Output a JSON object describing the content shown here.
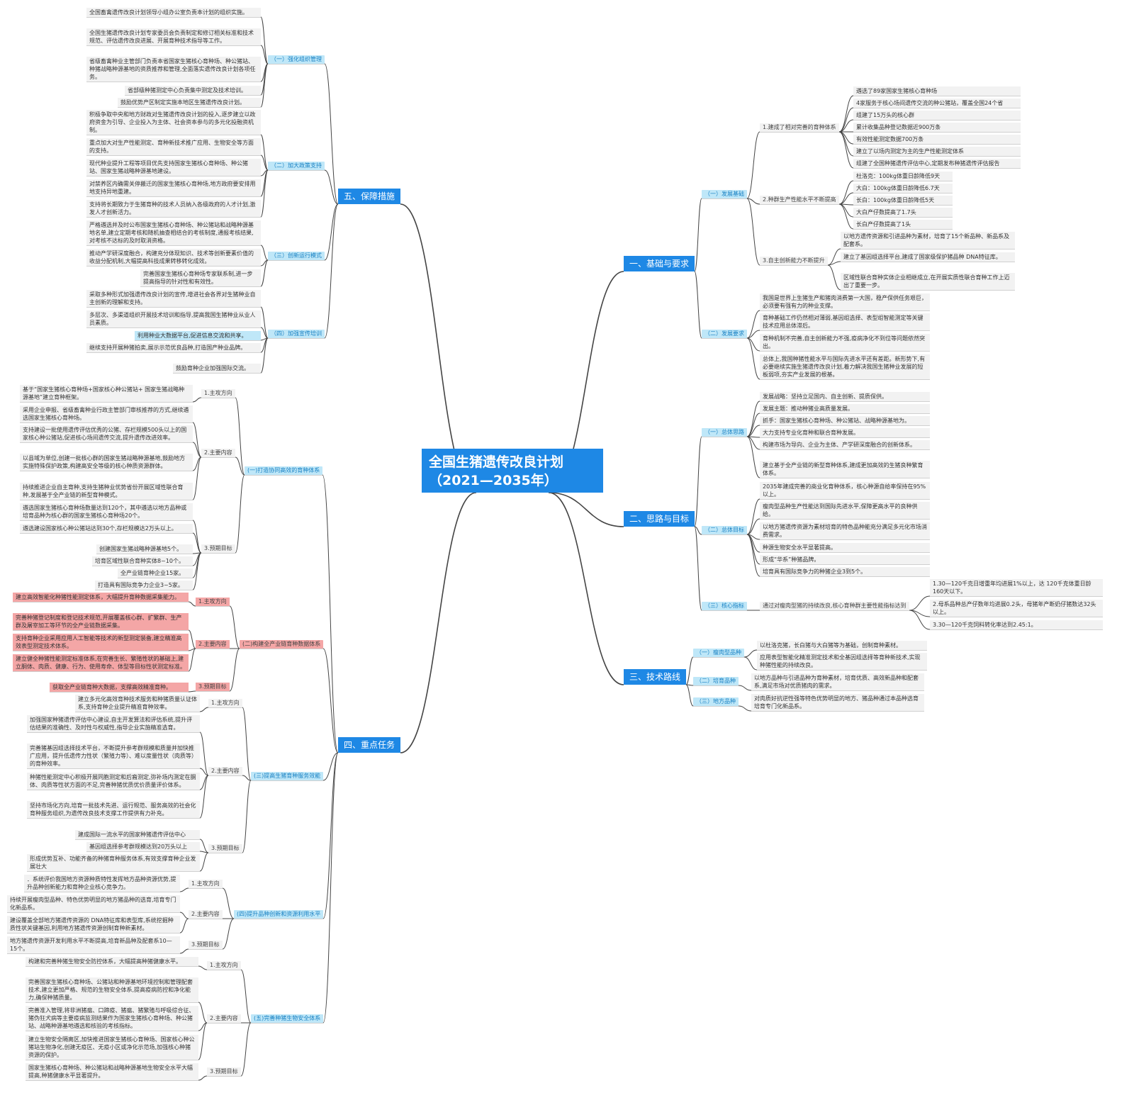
{
  "center": {
    "title_line1": "全国生猪遗传改良计划",
    "title_line2": "（2021—2035年）"
  },
  "s1": {
    "title": "一、基础与要求",
    "c1": {
      "title": "（一）发展基础",
      "g1": {
        "title": "1.建成了相对完善的育种体系",
        "items": [
          "遴选了89家国家生猪核心育种场",
          "4家服务于核心场间遗传交流的种公猪站，覆盖全国24个省",
          "组建了15万头的核心群",
          "累计收集品种登记数据近900万条",
          "有效性能测定数据700万条",
          "建立了以场内测定为主的生产性能测定体系",
          "组建了全国种猪遗传评估中心,定期发布种猪遗传评估报告"
        ]
      },
      "g2": {
        "title": "2.种群生产性能水平不断提高",
        "items": [
          "杜洛克：100kg体重日龄降低9天",
          "大白：100kg体重日龄降低6.7天",
          "长白：100kg体重日龄降低5天",
          "大白产仔数提高了1.7头",
          "长白产仔数提高了1头"
        ]
      },
      "g3": {
        "title": "3.自主创新能力不断提升",
        "items": [
          "以地方遗传资源和引进品种为素材，培育了15个新品种、新品系及配套系。",
          "建立了基因组选择平台,建成了国家级保护猪品种 DNA特征库。",
          "区域性联合育种实体企业相继成立,在开展实质性联合育种工作上迈出了重要一步。"
        ]
      }
    },
    "c2": {
      "title": "（二）发展要求",
      "items": [
        "我国是世界上生猪生产和猪肉消费第一大国，稳产保供任务艰巨，必须要有强有力的种业支撑。",
        "育种基础工作仍然相对薄弱,基因组选择、表型组智能测定等关键技术应用总体滞后。",
        "育种机制不完善,自主创新能力不强,疫病净化不到位等问题依然突出。",
        "总体上,我国种猪性能水平与国际先进水平还有差距。新形势下,有必要继续实施生猪遗传改良计划,着力解决我国生猪种业发展的短板弱项,夯实产业发展的根基。"
      ]
    }
  },
  "s2": {
    "title": "二、思路与目标",
    "c1": {
      "title": "（一）总体思路",
      "items": [
        "发展战略：坚持立足国内、自主创新、提质保供。",
        "发展主题：推动种猪业高质量发展。",
        "抓手：国家生猪核心育种场、种公猪站、战略种源基地为。",
        "大力支持专业化育种和联合育种发展。",
        "构建市场为导向、企业为主体、产学研深度融合的创新体系。",
        "建立基于全产业链的新型育种体系,建成更加高效的生猪良种繁育体系。"
      ]
    },
    "c2": {
      "title": "（二）总体目标",
      "items": [
        "2035年建成完善的商业化育种体系，核心种源自给率保持在95%以上。",
        "瘦肉型品种生产性能达到国际先进水平,保障更高水平的良种供给。",
        "以地方猪遗传资源为素材培育的特色品种能充分满足多元化市场消费需求。",
        "种源生物安全水平显著提高。",
        "形成“华系”种猪品牌。",
        "培育具有国际竞争力的种猪企业3到5个。"
      ]
    },
    "c3": {
      "title": "（三）核心指标",
      "label": "通过对瘦肉型猪的持续改良,核心育种群主要性能指标达到",
      "items": [
        "1.30—120千克日增重年均进展1%以上，达 120千克体重日龄 160天以下。",
        "2.母系品种总产仔数年均进展0.2头，母猪年产断奶仔猪数达32头以上。",
        "3.30—120千克饲料转化率达到2.45:1。"
      ]
    }
  },
  "s3": {
    "title": "三、技术路线",
    "c1": {
      "title": "（一）瘦肉型品种",
      "items": [
        "以杜洛克猪，长白猪与大白猪等为基础，创制育种素材。",
        "应用表型智能化精准测定技术和全基因组选择等育种新技术,实现种猪性能的持续改良。"
      ]
    },
    "c2": {
      "title": "（二）培育品种",
      "items": [
        "以地方品种与引进品种为育种素材，培育优质、高效新品种和配套系,满足市场对优质猪肉的需求。"
      ]
    },
    "c3": {
      "title": "（三）地方品种",
      "items": [
        "对肉质好抗逆性强等特色优势明显的地方、猪品种通过本品种选育培育专门化新品系。"
      ]
    }
  },
  "s4": {
    "title": "四、重点任务",
    "c1": {
      "title": "(一)打造协同高效的育种体系",
      "g1": {
        "title": "1.主攻方向",
        "items": [
          "基于“国家生猪核心育种场+国家核心种公猪站+ 国家生猪战略种源基地”建立育种框架。"
        ]
      },
      "g2": {
        "title": "2.主要内容",
        "items": [
          "采用企业申报、省级畜禽种业行政主管部门审核推荐的方式,继续遴选国家生猪核心育种场。",
          "支持建设一批使用遗传评估优秀的公猪、存栏规模500头以上的国家核心种公猪站,促进核心场间遗传交流,提升遗传改进效率。",
          "以县域为单位,创建一批核心群的国家生猪战略种源基地,鼓励地方实施特殊保护政策,构建高安全等级的核心种质资源群体。",
          "持续推进企业自主育种,支持生猪种业优势省份开展区域性联合育种,发展基于全产业链的新型育种模式。"
        ]
      },
      "g3": {
        "title": "3.预期目标",
        "items": [
          "遴选国家生猪核心育种场数量达到120个，其中遴选以地方品种或培育品种为核心群的国家生猪核心育种场20个。",
          "遴选建设国家核心种公猪站达到30个,存栏规模达2万头以上。",
          "创建国家生猪战略种源基地5个。",
          "培育区域性联合育种实体8~10个。",
          "全产业链育种企业15家。",
          "打造具有国际竞争力企业3~5家。"
        ]
      }
    },
    "c2": {
      "title": "(二)构建全产业链育种数据体系",
      "g1": {
        "title": "1.主攻方向",
        "items": [
          "建立高效智能化种猪性能测定体系，大幅提升育种数据采集能力。"
        ]
      },
      "g2": {
        "title": "2.主要内容",
        "items": [
          "完善种猪登记制度和登记技术规范,开展覆盖核心群、扩繁群、生产群及屠宰加工等环节的全产业链数据采集。",
          "支持育种企业采用应用人工智能等技术的新型测定装备,建立精准高效表型测定技术体系。",
          "建立健全种猪性能测定标准体系,在完善生长、繁殖性状的基础上,建立胴体、肉质、健康、行为、使用寿命、体型等目标性状测定标准。"
        ]
      },
      "g3": {
        "title": "3.预期目标",
        "items": [
          "获取全产业链育种大数据，支撑高效精准育种。"
        ]
      }
    },
    "c3": {
      "title": "(三)提高生猪育种服务效能",
      "g1": {
        "title": "1.主攻方向",
        "items": [
          "建立多元化高效育种技术服务和种猪质量认证体系,支持育种企业提升精准育种效率。"
        ]
      },
      "g2": {
        "title": "2.主要内容",
        "items": [
          "加强国家种猪遗传评估中心建设,自主开发算法和评估系统,提升评估结果的准确性、及时性与权威性,指导企业实施精准选育。",
          "完善猪基因组选择技术平台，不断提升参考群规模和质量并加快推广应用，提升低遗传力性状（繁殖力等）、难以度量性状（肉质等）的育种效率。",
          "种猪性能测定中心积极开展同胞测定和后裔测定,弥补场内测定在胴体、肉质等性状方面的不足,完善种猪优质优价质量评价体系。",
          "坚持市场化方向,培育一批技术先进、运行规范、服务高效的社会化育种服务组织,为遗传改良技术支撑工作提供有力补充。"
        ]
      },
      "g3": {
        "title": "3.预期目标",
        "items": [
          "建成国际一流水平的国家种猪遗传评估中心",
          "基因组选择参考群规模达到20万头以上",
          "形成优势互补、功能齐备的种猪育种服务体系,有效支撑育种企业发展壮大"
        ]
      }
    },
    "c4": {
      "title": "(四)提升品种创新和资源利用水平",
      "g1": {
        "title": "1.主攻方向",
        "items": [
          "．系统评价我国地方资源种质特性发挥地方品种资源优势,提升品种创新能力和育种企业核心竞争力。"
        ]
      },
      "g2": {
        "title": "2.主要内容",
        "items": [
          "持续开展瘦肉型品种、特色优势明显的地方猪品种的选育,培育专门化新品系。",
          "建设覆盖全部地方猪遗传资源的 DNA特征库和表型库,系统挖掘种质性状关键基因,利用地方猪遗传资源创制育种新素材。"
        ]
      },
      "g3": {
        "title": "3.预期目标",
        "items": [
          "地方猪遗传资源开发利用水平不断提高,培育新品种及配套系10—15个。"
        ]
      }
    },
    "c5": {
      "title": "(五)完善种猪生物安全体系",
      "g1": {
        "title": "1.主攻方向",
        "items": [
          "构建和完善种猪生物安全防控体系，大幅提高种猪健康水平。"
        ]
      },
      "g2": {
        "title": "2.主要内容",
        "items": [
          "完善国家生猪核心育种场、公猪站和种源基地环境控制和管理配套技术,建立更加严格、规范的生物安全体系,提高疫病防控和净化能力,确保种猪质量。",
          "完善准入管理,将非洲猪瘟、口蹄疫、猪瘟、猪繁殖与呼吸综合征、猪伪狂犬病等主要疫病监测结果作为国家生猪核心育种场、种公猪站、战略种源基地遴选和核验的考核指标。",
          "建立生物安全隔离区,加快推进国家生猪核心育种场、国家核心种公猪站生物净化,创建无疫区、无疫小区或净化示范场,加强核心种猪资源的保护。"
        ]
      },
      "g3": {
        "title": "3.预期目标",
        "items": [
          "国家生猪核心育种场、种公猪站和战略种源基地生物安全水平大幅提高,种猪健康水平显著提升。"
        ]
      }
    }
  },
  "s5": {
    "title": "五、保障措施",
    "c1": {
      "title": "（一）强化组织管理",
      "items": [
        "全国畜禽遗传改良计划领导小组办公室负责本计划的组织实施。",
        "全国生猪遗传改良计划专家委员会负责制定和修订相关标准和技术规范、评估遗传改良进展、开展育种技术指导等工作。",
        "省级畜禽种业主管部门负责本省国家生猪核心育种场、种公猪站、种猪战略种源基地的资质推荐和管理,全面落实遗传改良计划各项任务。",
        "省部级种猪测定中心负责集中测定及技术培训。",
        "鼓励优势产区制定实施本地区生猪遗传改良计划。"
      ]
    },
    "c2": {
      "title": "（二）加大政策支持",
      "items": [
        "积极争取中央和地方财政对生猪遗传改良计划的投入,逐步建立以政府资金为引导、企业投入为主体、社会资本参与的多元化投融资机制。",
        "重点加大对生产性能测定、育种新技术推广应用、生物安全等方面的支持。",
        "现代种业提升工程等项目优先支持国家生猪核心育种场、种公猪站、国家生猪战略种源基地建设。",
        "对禁养区内确需关停搬迁的国家生猪核心育种场,地方政府要安排用地支持异地重建。",
        "支持将长期致力于生猪育种的技术人员纳入各级政府的人才计划,激发人才创新活力。"
      ]
    },
    "c3": {
      "title": "（三）创新运行模式",
      "items": [
        "严格遴选并及时公布国家生猪核心育种场、种公猪站和战略种源基地名单,建立定期考核和随机抽查相结合的考核制度,通报考核结果,对考核不达标的及时取消资格。",
        "推动产学研深度融合，构建充分体现知识、技术等创新要素价值的收益分配机制,大幅提高科技成果转移转化成效。",
        "完善国家生猪核心育种场专家联系制,进一步提高指导的针对性和有效性。"
      ]
    },
    "c4": {
      "title": "（四）加强宣传培训",
      "items": [
        "采取多种形式加强遗传改良计划的宣传,增进社会各界对生猪种业自主创新的理解和支持。",
        "多层次、多渠道组织开展技术培训和指导,提高我国生猪种业从业人员素质。",
        "利用种业大数据平台,促进信息交流和共享。",
        "继续支持开展种猪拍卖,展示示范优良品种,打造国产种业品牌。",
        "鼓励育种企业加强国际交流。"
      ]
    }
  },
  "colors": {
    "accent": "#1e88e5",
    "pill": "#bfe7f8",
    "leaf": "#f2f2f2",
    "highlight_red": "#f4a6a6",
    "line": "#444444"
  }
}
